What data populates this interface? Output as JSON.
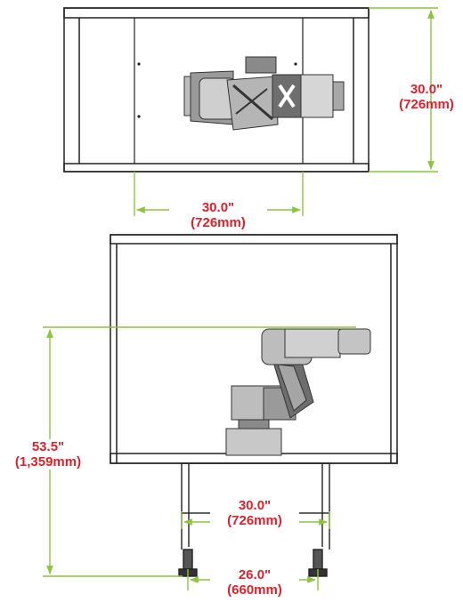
{
  "colors": {
    "dimension_line": "#8cc63f",
    "dimension_text": "#e0202a",
    "frame": "#222222",
    "robot_body": "#9a9a9a",
    "robot_dark": "#555555"
  },
  "top_view": {
    "height_dimension": {
      "value": "30.0\"",
      "metric": "(726mm)"
    },
    "width_dimension": {
      "value": "30.0\"",
      "metric": "(726mm)"
    }
  },
  "front_view": {
    "height_dimension": {
      "value": "53.5\"",
      "metric": "(1,359mm)"
    },
    "base_width_dimension": {
      "value": "30.0\"",
      "metric": "(726mm)"
    },
    "foot_width_dimension": {
      "value": "26.0\"",
      "metric": "(660mm)"
    }
  }
}
